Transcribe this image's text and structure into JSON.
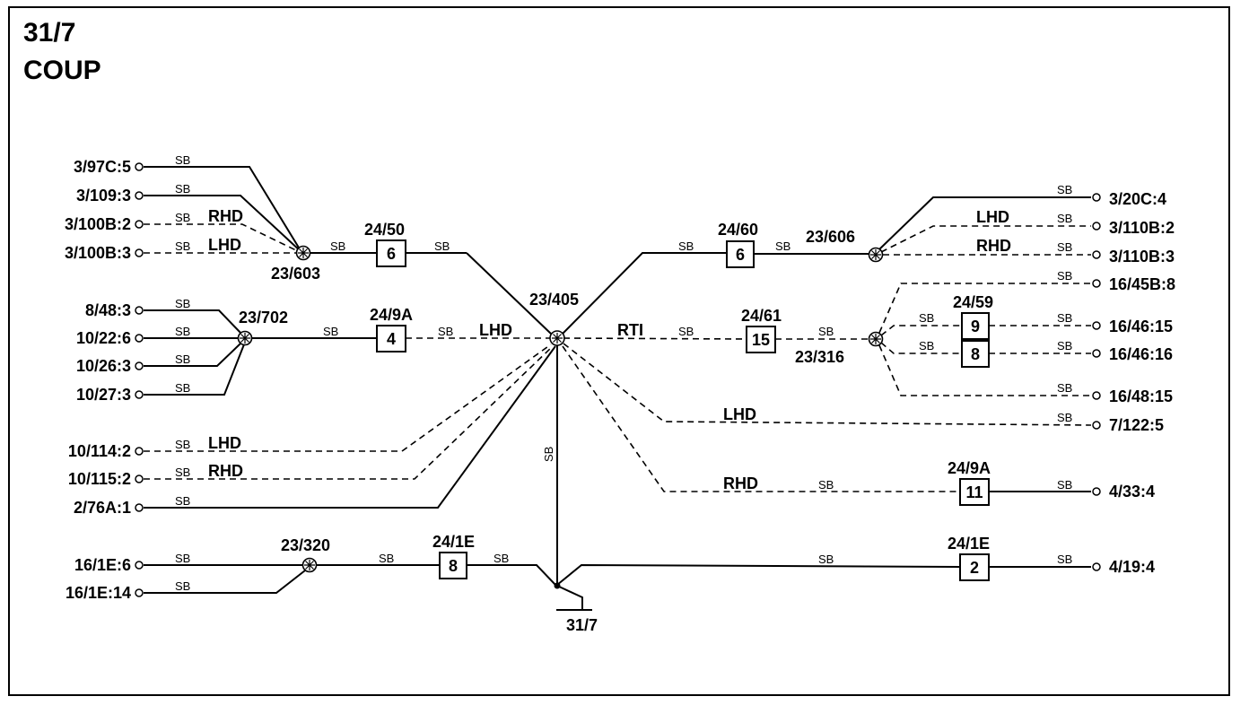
{
  "title": {
    "line1": "31/7",
    "line2": "COUP"
  },
  "wire_color": "SB",
  "ground": "31/7",
  "left_terminals": {
    "t1": "3/97C:5",
    "t2": "3/109:3",
    "t3": "3/100B:2",
    "t4": "3/100B:3",
    "t5": "8/48:3",
    "t6": "10/22:6",
    "t7": "10/26:3",
    "t8": "10/27:3",
    "t9": "10/114:2",
    "t10": "10/115:2",
    "t11": "2/76A:1",
    "t12": "16/1E:6",
    "t13": "16/1E:14"
  },
  "right_terminals": {
    "r1": "3/20C:4",
    "r2": "3/110B:2",
    "r3": "3/110B:3",
    "r4": "16/45B:8",
    "r5": "16/46:15",
    "r6": "16/46:16",
    "r7": "16/48:15",
    "r8": "7/122:5",
    "r9": "4/33:4",
    "r10": "4/19:4"
  },
  "splices": {
    "s603": "23/603",
    "s702": "23/702",
    "s405": "23/405",
    "s606": "23/606",
    "s316": "23/316",
    "s320": "23/320"
  },
  "connectors": {
    "c1": {
      "name": "24/50",
      "pin": "6"
    },
    "c2": {
      "name": "24/9A",
      "pin": "4"
    },
    "c3": {
      "name": "24/1E",
      "pin": "8"
    },
    "c4": {
      "name": "24/60",
      "pin": "6"
    },
    "c5": {
      "name": "24/61",
      "pin": "15"
    },
    "c6": {
      "name": "24/59",
      "pin_a": "9",
      "pin_b": "8"
    },
    "c7": {
      "name": "24/9A",
      "pin": "11"
    },
    "c8": {
      "name": "24/1E",
      "pin": "2"
    }
  },
  "variants": {
    "rhd": "RHD",
    "lhd": "LHD",
    "rti": "RTI"
  }
}
